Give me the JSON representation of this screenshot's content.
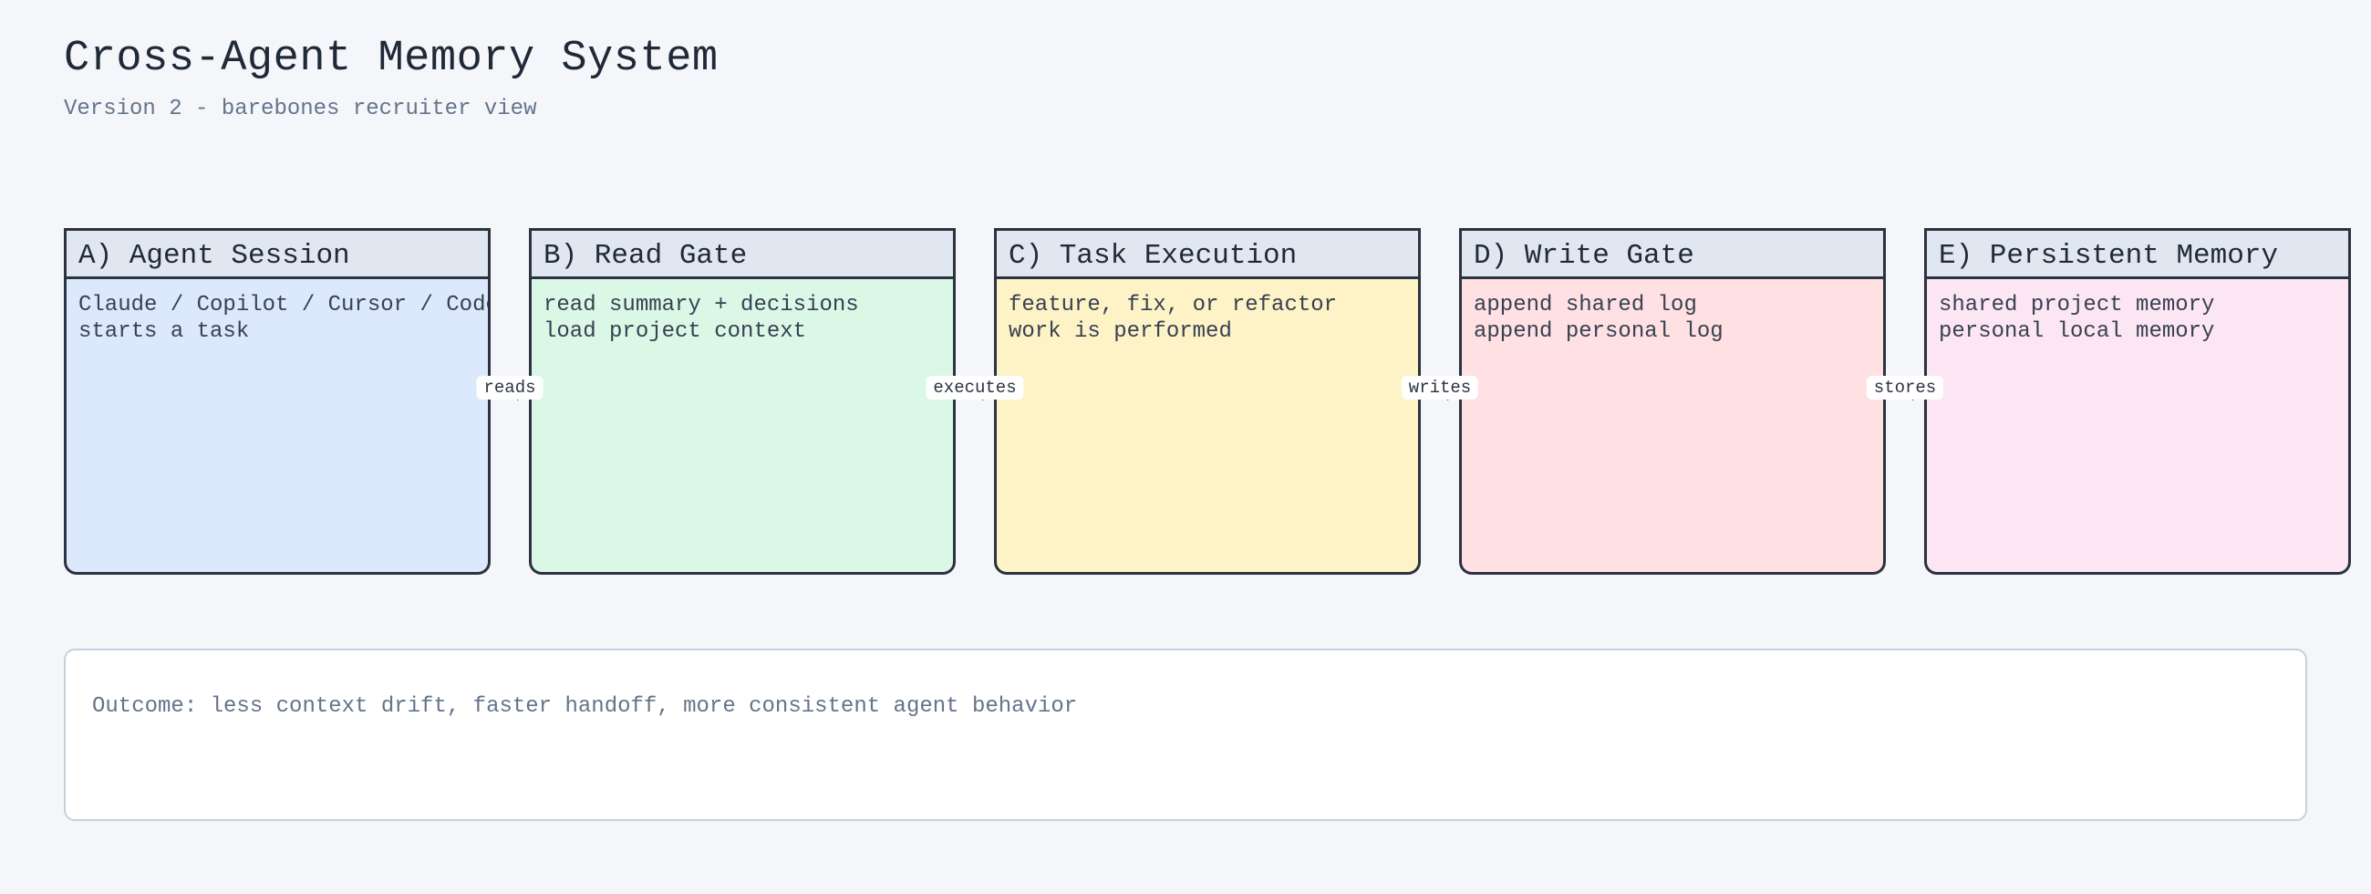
{
  "title": "Cross-Agent Memory System",
  "subtitle": "Version 2 - barebones recruiter view",
  "stages": [
    {
      "title": "A) Agent Session",
      "lines": [
        "Claude / Copilot / Cursor / Code",
        "starts a task"
      ],
      "fill": "#dce9fd"
    },
    {
      "title": "B) Read Gate",
      "lines": [
        "read summary + decisions",
        "load project context"
      ],
      "fill": "#dbf8e7"
    },
    {
      "title": "C) Task Execution",
      "lines": [
        "feature, fix, or refactor",
        "work is performed"
      ],
      "fill": "#fdf3c7"
    },
    {
      "title": "D) Write Gate",
      "lines": [
        "append shared log",
        "append personal log"
      ],
      "fill": "#ffe0e3"
    },
    {
      "title": "E) Persistent Memory",
      "lines": [
        "shared project memory",
        "personal local memory"
      ],
      "fill": "#fde6f3"
    }
  ],
  "edges": [
    {
      "from": "A",
      "to": "B",
      "label": "reads"
    },
    {
      "from": "B",
      "to": "C",
      "label": "executes"
    },
    {
      "from": "C",
      "to": "D",
      "label": "writes"
    },
    {
      "from": "D",
      "to": "E",
      "label": "stores"
    }
  ],
  "outcome": "Outcome: less context drift, faster handoff, more consistent agent behavior",
  "colors": {
    "border": "#2b3340",
    "header": "#e1e7f0",
    "background": "#f5f6fa"
  }
}
